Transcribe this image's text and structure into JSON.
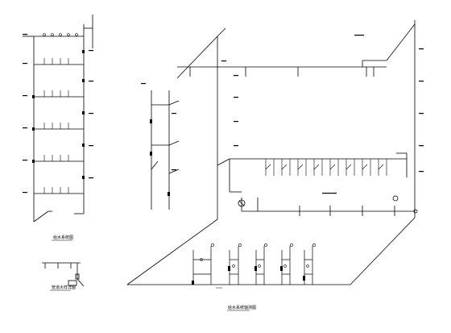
{
  "drawing": {
    "background": "#ffffff",
    "line_color": "#000000",
    "views": [
      {
        "id": "left-riser-diagram",
        "caption": "给水系统图"
      },
      {
        "id": "small-detail",
        "caption": "管道大样详图"
      },
      {
        "id": "main-isometric",
        "caption": "给水系统轴测图"
      }
    ]
  }
}
